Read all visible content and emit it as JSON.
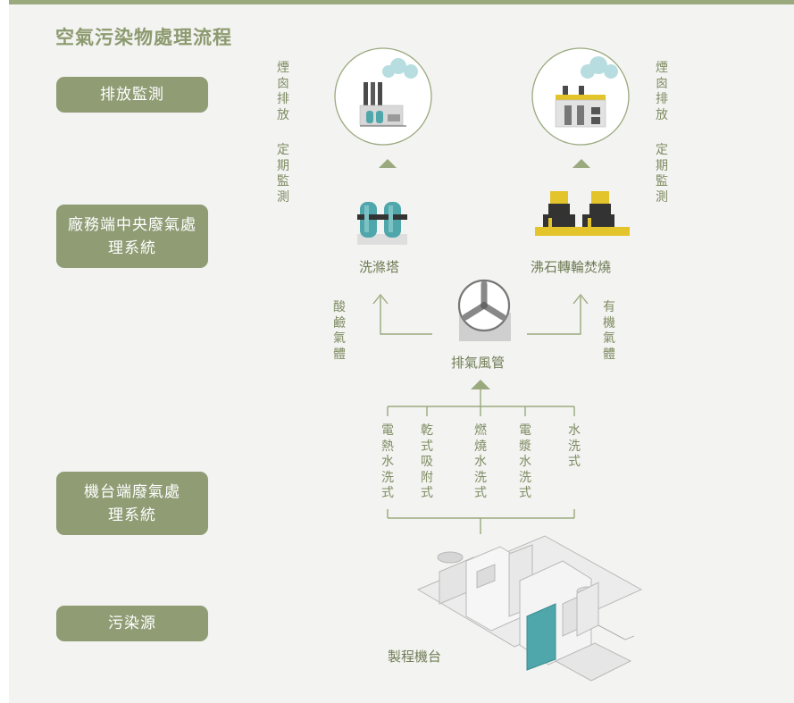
{
  "title": "空氣污染物處理流程",
  "stages": {
    "emission_monitoring": "排放監測",
    "central_system": "廠務端中央廢氣處理系統",
    "tool_system": "機台端廢氣處理系統",
    "pollution_source": "污染源"
  },
  "monitoring_notes": {
    "left_top": "煙囪排放",
    "left_bottom": "定期監測",
    "right_top": "煙囪排放",
    "right_bottom": "定期監測"
  },
  "equipment": {
    "scrubber": "洗滌塔",
    "zeolite_rotor": "沸石轉輪焚燒",
    "exhaust_duct": "排氣風管",
    "process_tool": "製程機台"
  },
  "gas_types": {
    "acid_base": "酸鹼氣體",
    "organic": "有機氣體"
  },
  "local_methods": [
    "電熱水洗式",
    "乾式吸附式",
    "燃燒水洗式",
    "電漿水洗式",
    "水洗式"
  ],
  "colors": {
    "accent": "#8f9c74",
    "line": "#9aa97e",
    "scrubber_teal": "#4fa7ab",
    "rotor_yellow": "#e3c42a"
  }
}
